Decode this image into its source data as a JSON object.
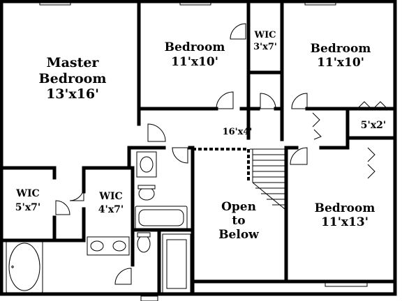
{
  "rooms": {
    "master": {
      "name_1": "Master",
      "name_2": "Bedroom",
      "dims": "13'x16'"
    },
    "bedroom_nw": {
      "name": "Bedroom",
      "dims": "11'x10'"
    },
    "wic_small": {
      "name": "WIC",
      "dims": "3'x7'"
    },
    "bedroom_ne": {
      "name": "Bedroom",
      "dims": "11'x10'"
    },
    "closet_e": {
      "dims": "5'x2'"
    },
    "hall": {
      "dims": "16'x4'"
    },
    "wic_left": {
      "name": "WIC",
      "dims": "5'x7'"
    },
    "wic_right": {
      "name": "WIC",
      "dims": "4'x7'"
    },
    "open": {
      "line_1": "Open",
      "line_2": "to",
      "line_3": "Below"
    },
    "bedroom_se": {
      "name": "Bedroom",
      "dims": "11'x13'"
    }
  }
}
